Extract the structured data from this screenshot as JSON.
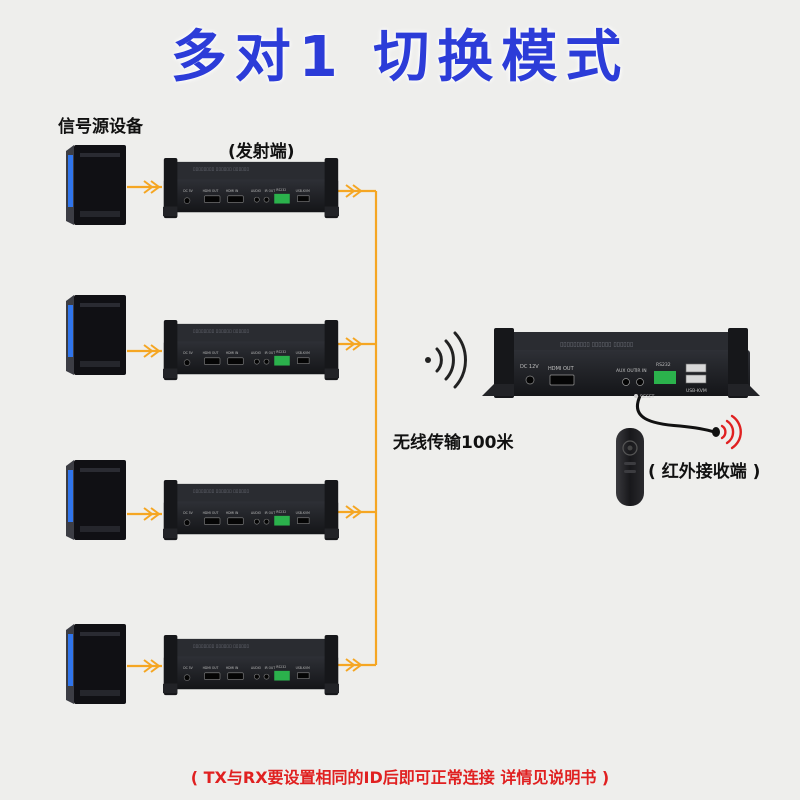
{
  "title": "多对1  切换模式",
  "labels": {
    "source_devices": "信号源设备",
    "transmitter": "(发射端)",
    "wireless": "无线传输100米",
    "ir_receiver": "( 红外接收端 )",
    "note": "( TX与RX要设置相同的ID后即可正常连接 详情见说明书 )"
  },
  "tx_ports": [
    "DC 5V",
    "HDMI OUT",
    "HDMI IN",
    "AUDIO",
    "IR OUT",
    "RS232",
    "USB-KVM"
  ],
  "rx_ports": [
    "DC 12V",
    "HDMI OUT",
    "AUX OUT",
    "IR IN",
    "RS232",
    "USB-KVM",
    "RESET"
  ],
  "colors": {
    "title": "#2c3cd8",
    "connection_line": "#f5a623",
    "note": "#e02020",
    "tower_case": "#1b1c22",
    "tower_light": "#2f7bff",
    "device_body": "#1d1e22",
    "terminal": "#2bb24c",
    "ir_signal": "#e02020"
  },
  "icons": [
    "pc-tower-icon",
    "wifi-signal-icon",
    "remote-control-icon",
    "ir-signal-icon"
  ]
}
